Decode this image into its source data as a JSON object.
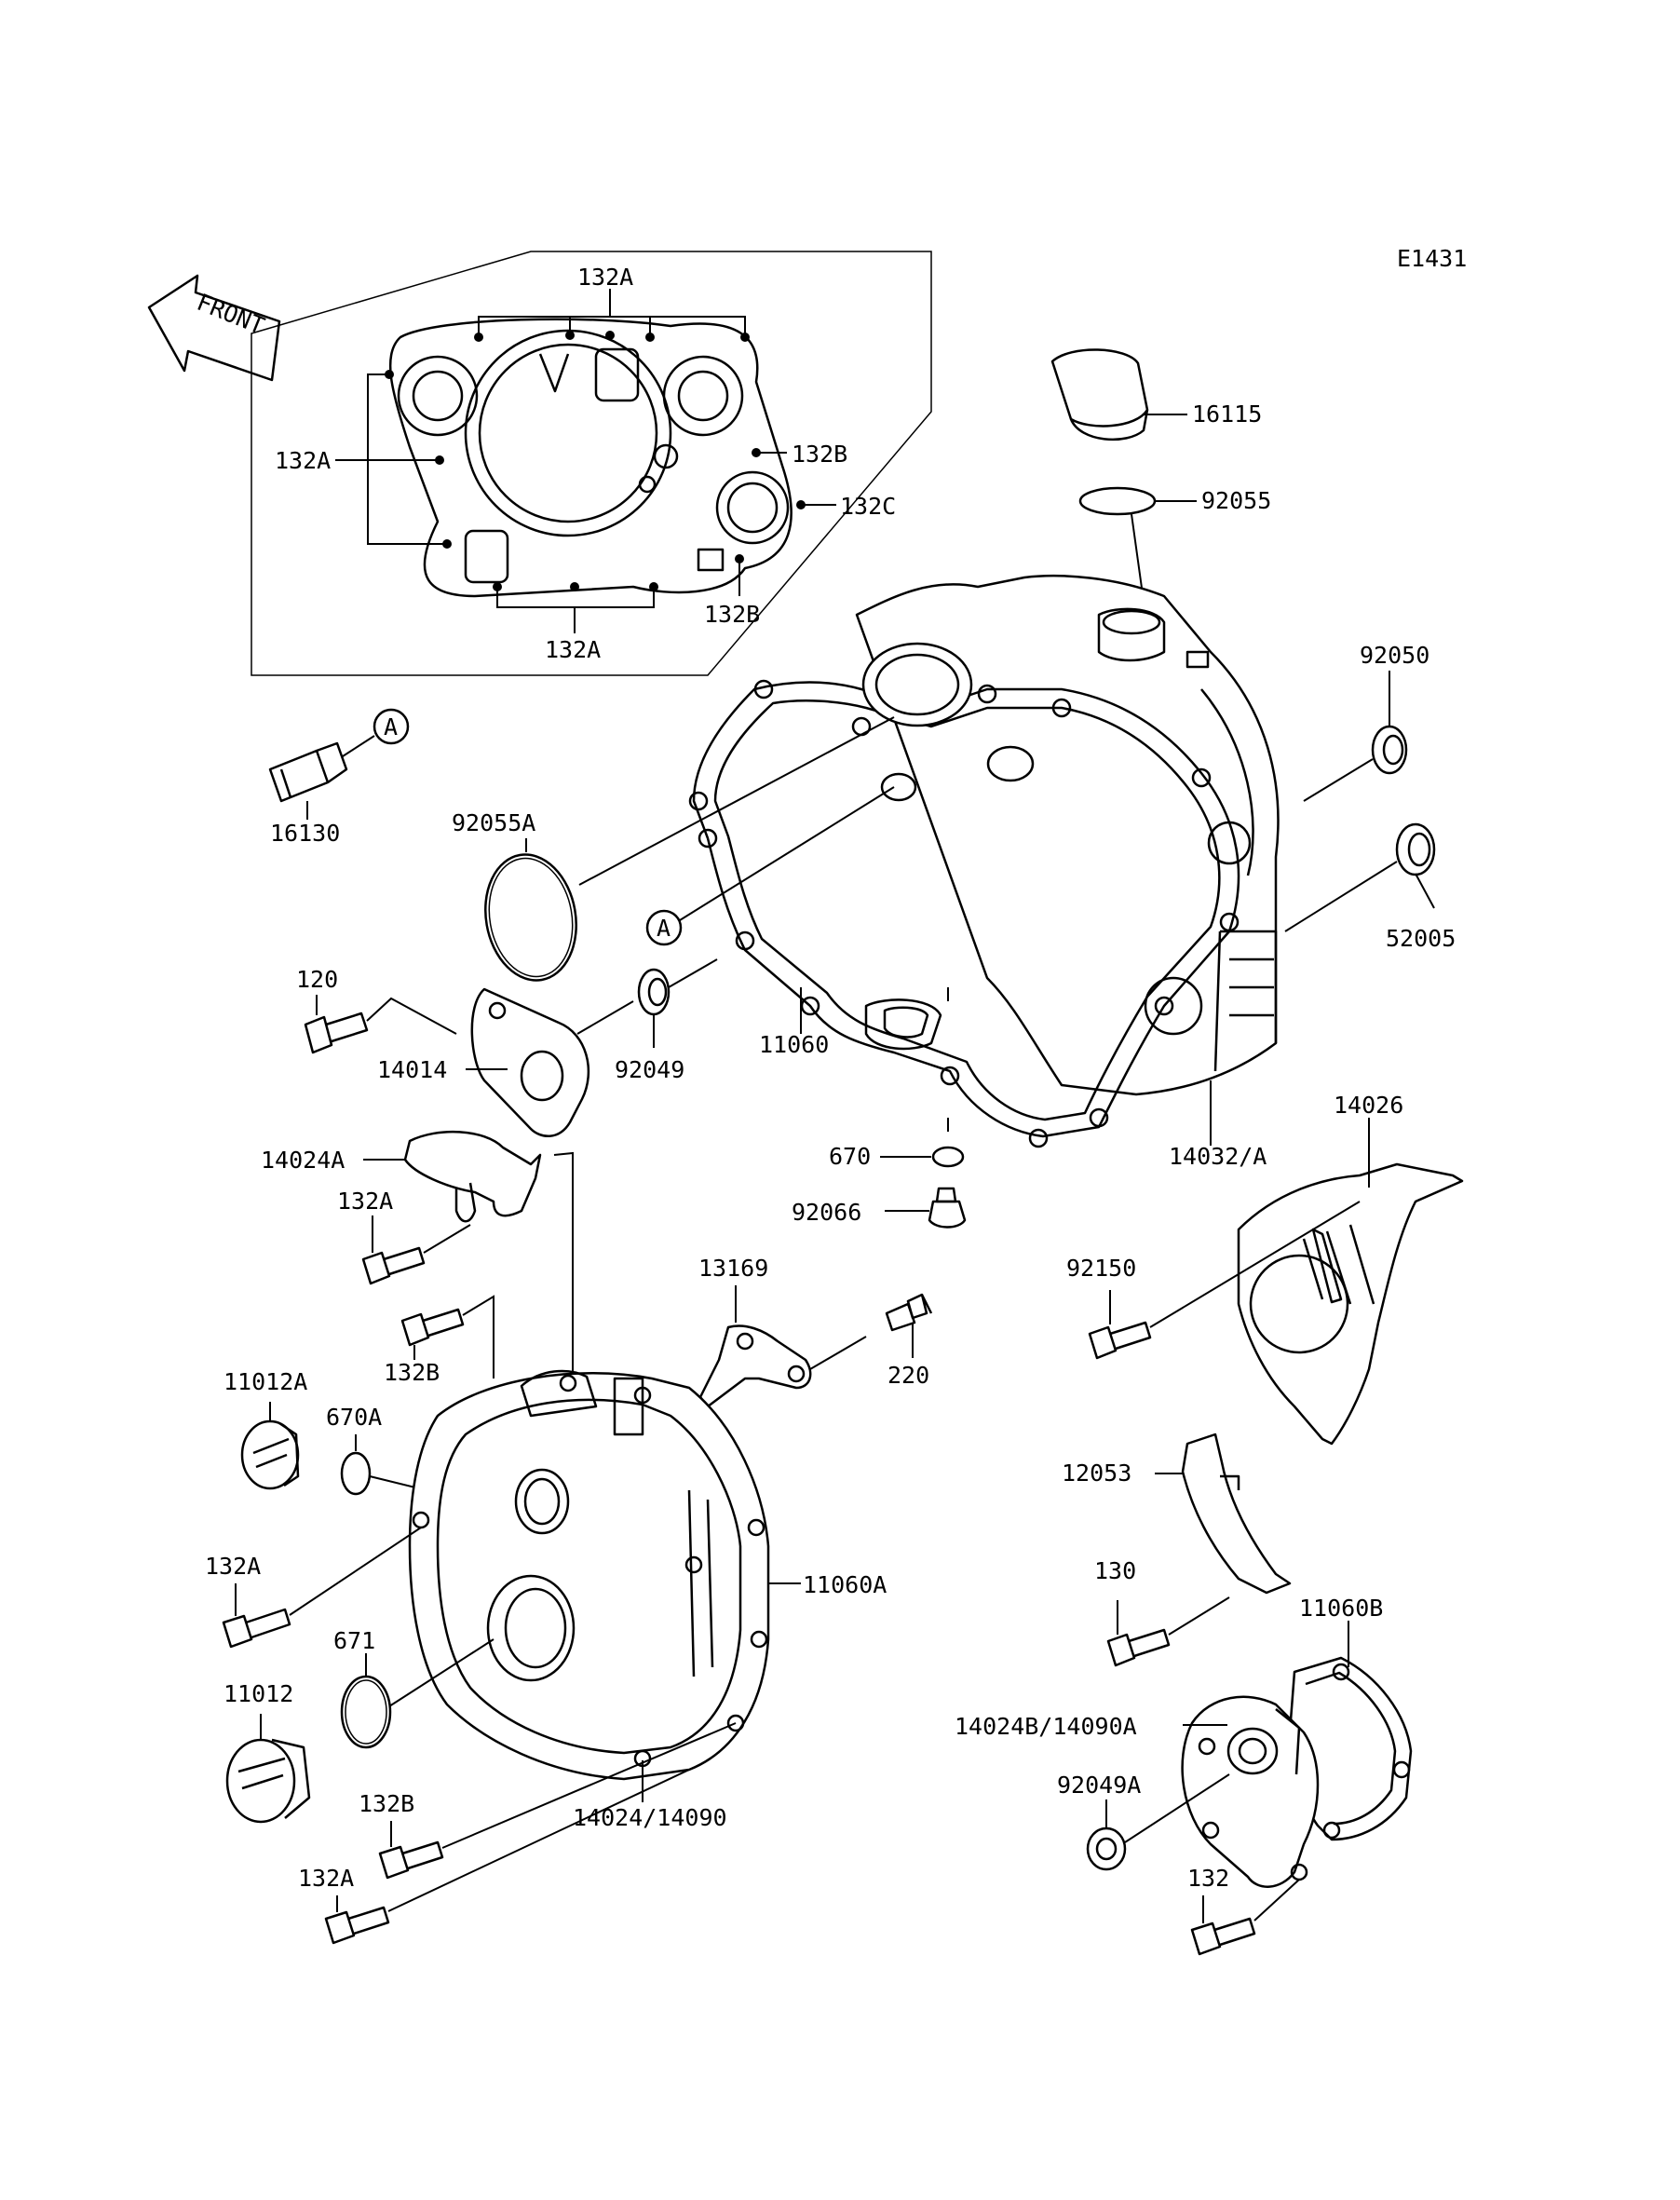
{
  "diagram_code": "E1431",
  "front_label": "FRONT",
  "parts": {
    "p132A_top": "132A",
    "p132A_left": "132A",
    "p132B_inset_right": "132B",
    "p132C": "132C",
    "p132B_inset_bottom": "132B",
    "p132A_inset_bottom": "132A",
    "p16115": "16115",
    "p92055": "92055",
    "p92050": "92050",
    "p52005": "52005",
    "p16130": "16130",
    "p92055A": "92055A",
    "p120": "120",
    "p14014": "14014",
    "p92049": "92049",
    "p11060": "11060",
    "p14032A": "14032/A",
    "p670": "670",
    "p92066": "92066",
    "p14026": "14026",
    "p14024A": "14024A",
    "p132A_mid": "132A",
    "p132B_mid": "132B",
    "p13169": "13169",
    "p220": "220",
    "p92150": "92150",
    "p11012A": "11012A",
    "p670A": "670A",
    "p11060A": "11060A",
    "p12053": "12053",
    "p130": "130",
    "p132A_lower": "132A",
    "p671": "671",
    "p11012": "11012",
    "p11060B": "11060B",
    "p14024B": "14024B/14090A",
    "p92049A": "92049A",
    "p132B_bottom": "132B",
    "p14024": "14024/14090",
    "p132A_bottom": "132A",
    "p132": "132",
    "ref_A_top": "A",
    "ref_A_mid": "A"
  }
}
